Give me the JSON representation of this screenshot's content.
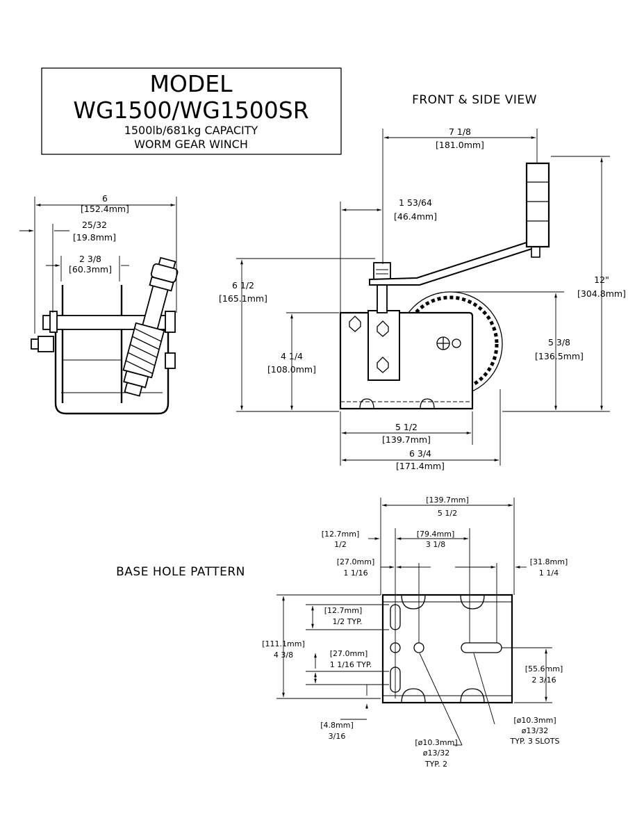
{
  "title_block": {
    "line1": "MODEL",
    "line2": "WG1500/WG1500SR",
    "line3": "1500lb/681kg CAPACITY",
    "line4": "WORM GEAR WINCH"
  },
  "views": {
    "front_side": "FRONT & SIDE VIEW",
    "base": "BASE HOLE PATTERN"
  },
  "side_view": {
    "width_in": "6",
    "width_mm": "[152.4mm]",
    "offset_in": "25/32",
    "offset_mm": "[19.8mm]",
    "spacing_in": "2 3/8",
    "spacing_mm": "[60.3mm]"
  },
  "front_view": {
    "handle_in": "7 1/8",
    "handle_mm": "[181.0mm]",
    "axle_in": "1 53/64",
    "axle_mm": "[46.4mm]",
    "axle_h_in": "6 1/2",
    "axle_h_mm": "[165.1mm]",
    "plate_h_in": "4 1/4",
    "plate_h_mm": "[108.0mm]",
    "total_h_in": "12\"",
    "total_h_mm": "[304.8mm]",
    "gear_h_in": "5 3/8",
    "gear_h_mm": "[136.5mm]",
    "base_w_in": "5 1/2",
    "base_w_mm": "[139.7mm]",
    "total_w_in": "6 3/4",
    "total_w_mm": "[171.4mm]"
  },
  "base_pattern": {
    "width_mm": "[139.7mm]",
    "width_in": "5 1/2",
    "left_mm": "[12.7mm]",
    "left_in": "1/2",
    "holes_mm": "[79.4mm]",
    "holes_in": "3 1/8",
    "inner_mm": "[27.0mm]",
    "inner_in": "1 1/16",
    "right_mm": "[31.8mm]",
    "right_in": "1 1/4",
    "slot_mm": "[12.7mm]",
    "slot_in": "1/2 TYP.",
    "depth_mm": "[111.1mm]",
    "depth_in": "4 3/8",
    "vspace_mm": "[27.0mm]",
    "vspace_in": "1 1/16 TYP.",
    "rslot_mm": "[55.6mm]",
    "rslot_in": "2 3/16",
    "edge_mm": "[4.8mm]",
    "edge_in": "3/16",
    "hole_mm": "[ø10.3mm]",
    "hole_in": "ø13/32",
    "hole_note": "TYP. 2",
    "slotd_mm": "[ø10.3mm]",
    "slotd_in": "ø13/32",
    "slotd_note": "TYP. 3 SLOTS"
  }
}
